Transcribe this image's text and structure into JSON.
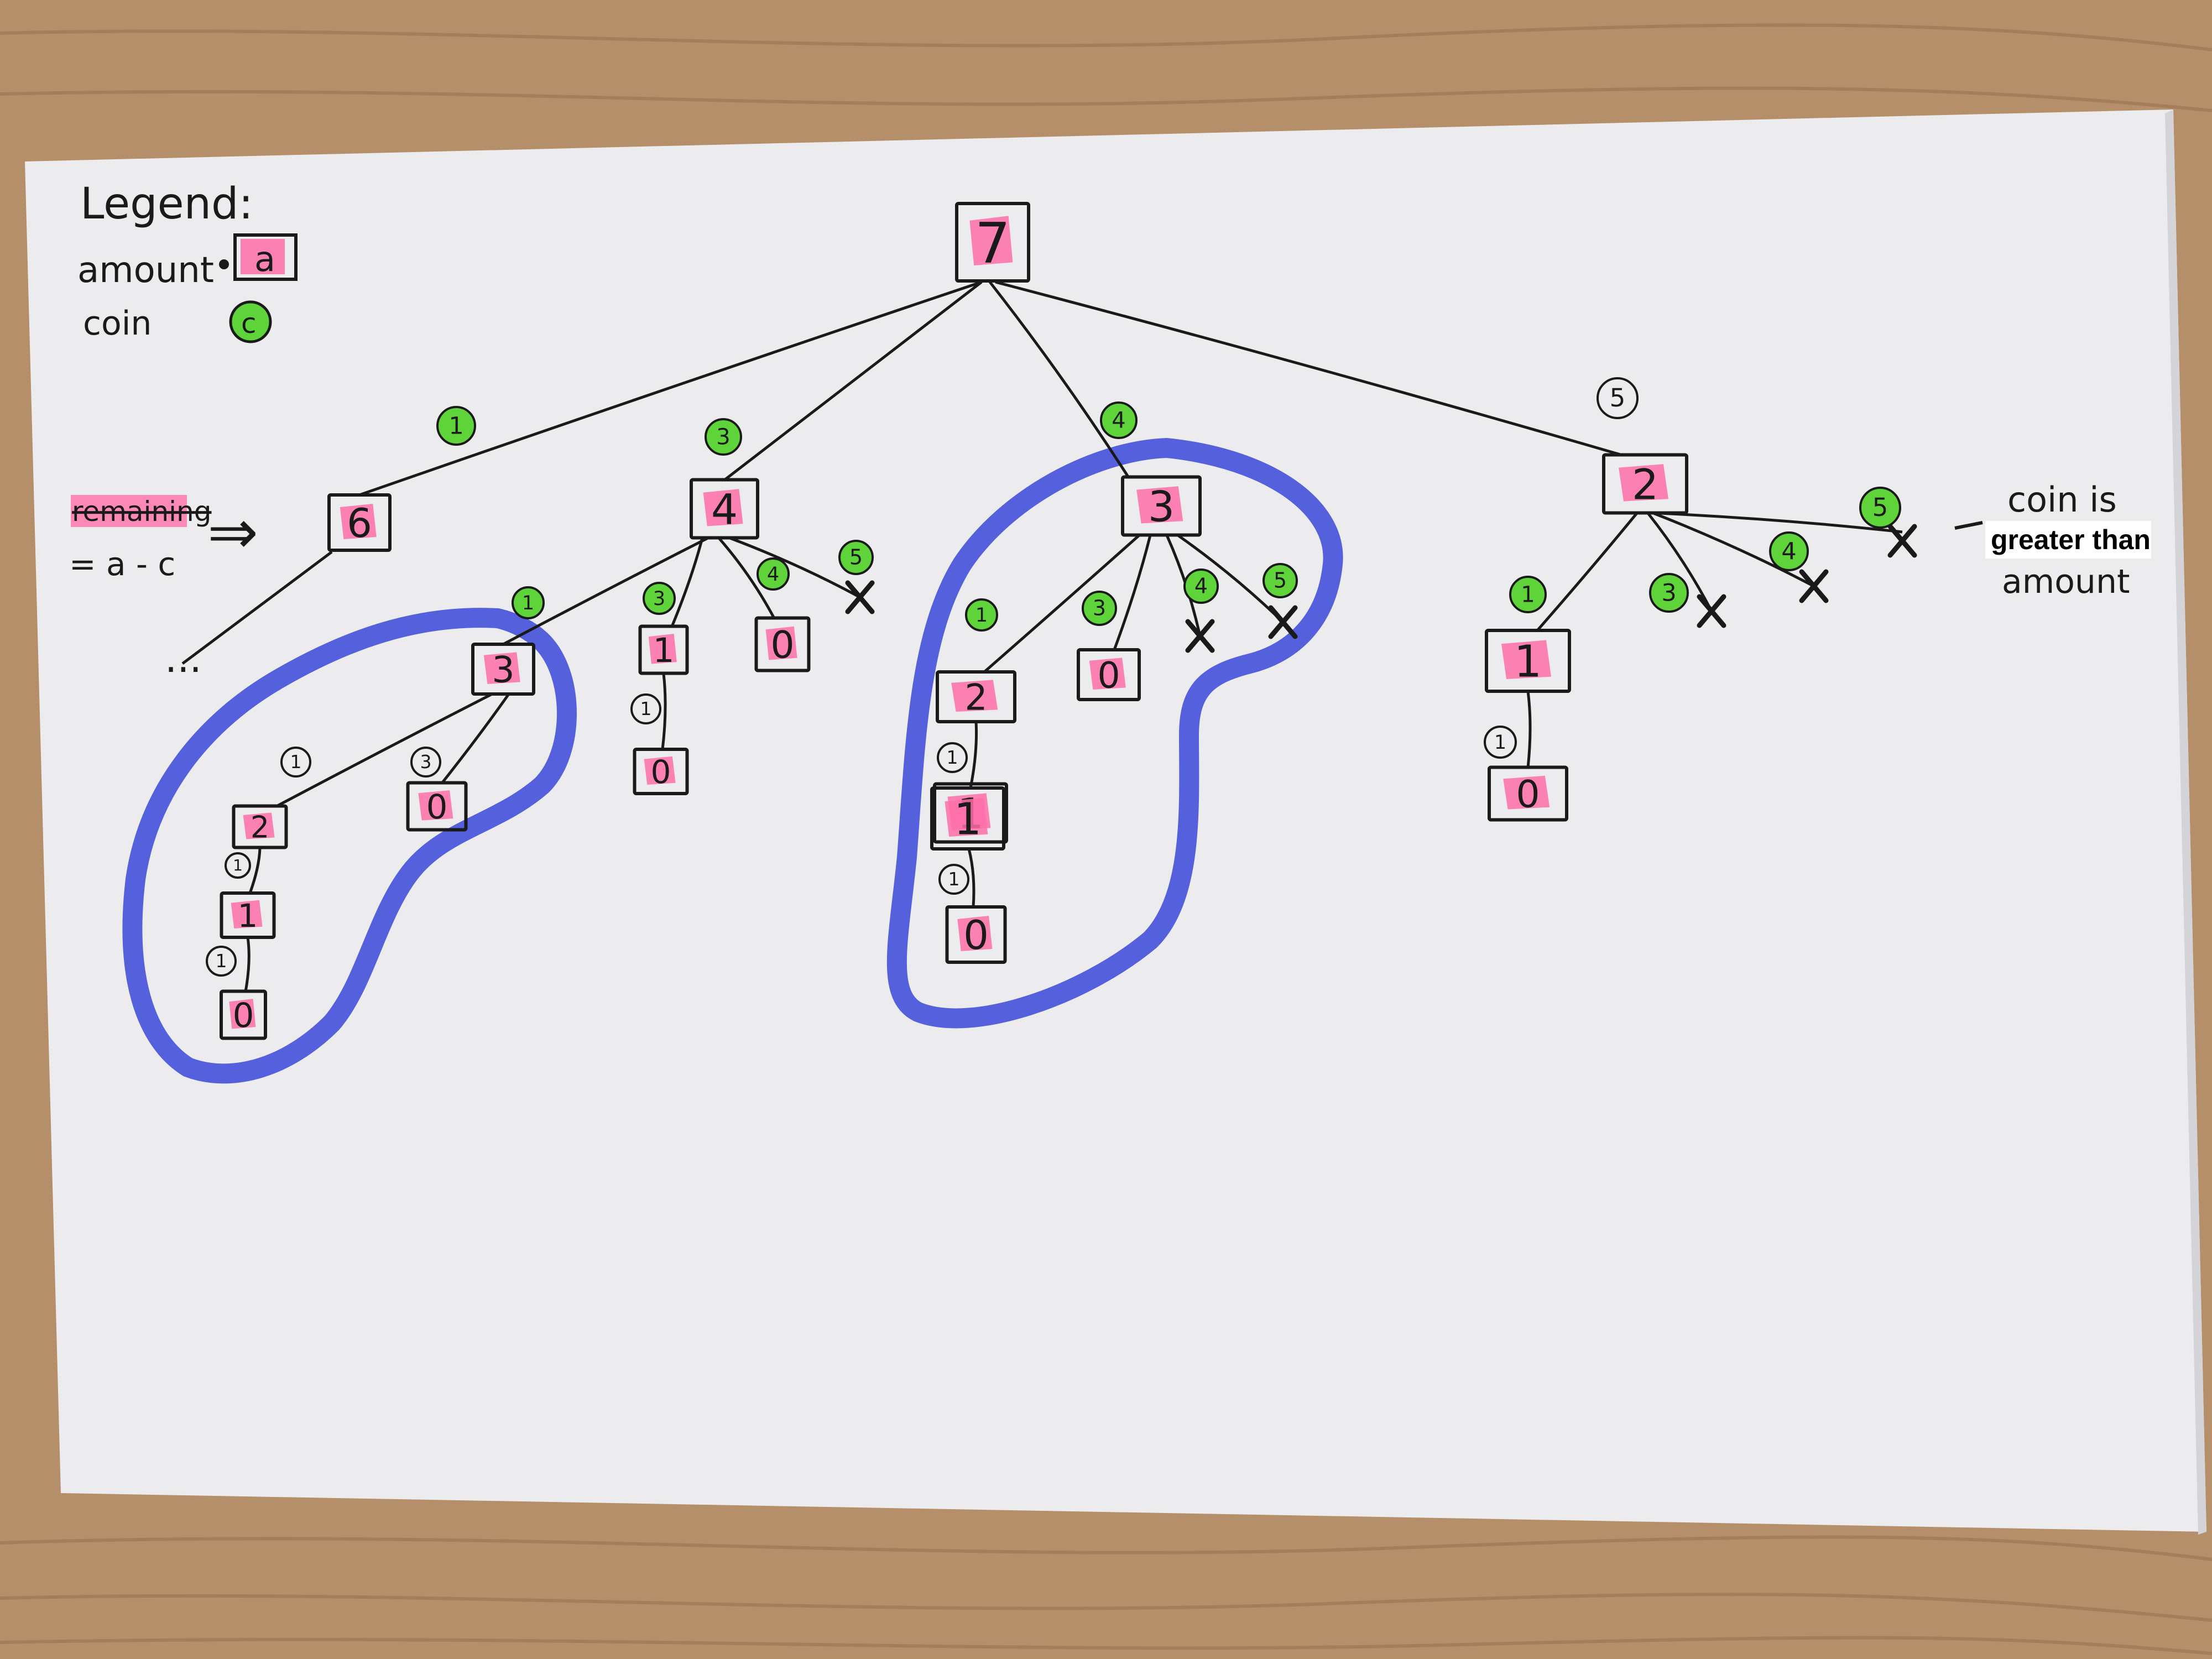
{
  "legend": {
    "title": "Legend:",
    "amount_label": "amount",
    "amount_symbol": "a",
    "coin_label": "coin",
    "coin_symbol": "c"
  },
  "formula": {
    "line1": "remaining",
    "line2": "= a - c",
    "arrow": "⇒"
  },
  "note": {
    "line1": "coin is",
    "line2": "greater than",
    "line3": "amount"
  },
  "ellipsis": "...",
  "colors": {
    "paper": "#ececee",
    "wood": "#b48f6a",
    "ink": "#1a1a1a",
    "amount_highlight": "#ff6fa8",
    "coin_highlight": "#5fd33a",
    "group_outline": "#5560dd"
  },
  "tree": {
    "nodes": [
      {
        "id": "n7",
        "amount": "7"
      },
      {
        "id": "n6",
        "amount": "6"
      },
      {
        "id": "n4",
        "amount": "4"
      },
      {
        "id": "n3b",
        "amount": "3"
      },
      {
        "id": "n2r",
        "amount": "2"
      },
      {
        "id": "n3a",
        "amount": "3"
      },
      {
        "id": "n1a",
        "amount": "1"
      },
      {
        "id": "n0a",
        "amount": "0"
      },
      {
        "id": "n0c",
        "amount": "0"
      },
      {
        "id": "n2a",
        "amount": "2"
      },
      {
        "id": "n0b",
        "amount": "0"
      },
      {
        "id": "n1b",
        "amount": "1"
      },
      {
        "id": "n0d",
        "amount": "0"
      },
      {
        "id": "n1c",
        "amount": "1"
      },
      {
        "id": "n0e",
        "amount": "0"
      },
      {
        "id": "n2b",
        "amount": "2"
      },
      {
        "id": "n1d",
        "amount": "1"
      },
      {
        "id": "n0f",
        "amount": "0"
      },
      {
        "id": "n1e",
        "amount": "1"
      },
      {
        "id": "n0g",
        "amount": "0"
      }
    ],
    "coins": [
      {
        "id": "c7_1",
        "value": "1",
        "green": true
      },
      {
        "id": "c7_3",
        "value": "3",
        "green": true
      },
      {
        "id": "c7_4",
        "value": "4",
        "green": true
      },
      {
        "id": "c7_5",
        "value": "5",
        "green": false
      },
      {
        "id": "c4_1",
        "value": "1",
        "green": true
      },
      {
        "id": "c4_3",
        "value": "3",
        "green": true
      },
      {
        "id": "c4_4",
        "value": "4",
        "green": true
      },
      {
        "id": "c4_5",
        "value": "5",
        "green": true
      },
      {
        "id": "c3a_1",
        "value": "1",
        "green": false
      },
      {
        "id": "c3a_3",
        "value": "3",
        "green": false
      },
      {
        "id": "c2a_1",
        "value": "1",
        "green": false
      },
      {
        "id": "c1a_1",
        "value": "1",
        "green": false
      },
      {
        "id": "c1c_1",
        "value": "1",
        "green": false
      },
      {
        "id": "c3b_1",
        "value": "1",
        "green": true
      },
      {
        "id": "c3b_3",
        "value": "3",
        "green": true
      },
      {
        "id": "c3b_4",
        "value": "4",
        "green": true
      },
      {
        "id": "c3b_5",
        "value": "5",
        "green": true
      },
      {
        "id": "c2b_1",
        "value": "1",
        "green": false
      },
      {
        "id": "c1d_1",
        "value": "1",
        "green": false
      },
      {
        "id": "c2r_1",
        "value": "1",
        "green": true
      },
      {
        "id": "c2r_3",
        "value": "3",
        "green": true
      },
      {
        "id": "c2r_4",
        "value": "4",
        "green": true
      },
      {
        "id": "c2r_5",
        "value": "5",
        "green": true
      },
      {
        "id": "c1e_1",
        "value": "1",
        "green": false
      }
    ]
  }
}
